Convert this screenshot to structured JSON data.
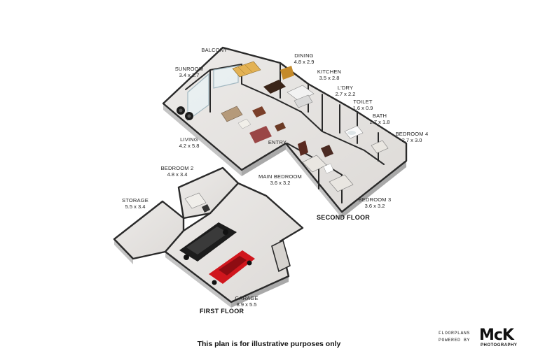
{
  "rooms": {
    "balcony": {
      "name": "BALCONY",
      "dims": ""
    },
    "sunroom": {
      "name": "SUNROOM",
      "dims": "3.4 x 2.7"
    },
    "dining": {
      "name": "DINING",
      "dims": "4.8 x 2.9"
    },
    "kitchen": {
      "name": "KITCHEN",
      "dims": "3.5 x 2.8"
    },
    "laundry": {
      "name": "L'DRY",
      "dims": "2.7 x 2.2"
    },
    "toilet": {
      "name": "TOILET",
      "dims": "1.6 x 0.9"
    },
    "bath": {
      "name": "BATH",
      "dims": "2.7 x 1.8"
    },
    "bedroom4": {
      "name": "BEDROOM 4",
      "dims": "2.7 x 3.0"
    },
    "living": {
      "name": "LIVING",
      "dims": "4.2 x 5.8"
    },
    "entry": {
      "name": "ENTRY",
      "dims": ""
    },
    "main_bedroom": {
      "name": "MAIN BEDROOM",
      "dims": "3.6 x 3.2"
    },
    "bedroom3": {
      "name": "BEDROOM 3",
      "dims": "3.6 x 3.2"
    },
    "bedroom2": {
      "name": "BEDROOM 2",
      "dims": "4.8 x 3.4"
    },
    "storage": {
      "name": "STORAGE",
      "dims": "5.5 x 3.4"
    },
    "garage": {
      "name": "GARAGE",
      "dims": "8.9 x 5.5"
    }
  },
  "floors": {
    "second": "SECOND FLOOR",
    "first": "FIRST FLOOR"
  },
  "disclaimer": "This plan is for illustrative purposes only",
  "brand": {
    "line1": "FLOORPLANS",
    "line2": "POWERED BY",
    "logo": "McK",
    "sub": "PHOTOGRAPHY"
  },
  "colors": {
    "wall": "#2a2a2a",
    "wall_side": "#bfbfbf",
    "floor": "#e6e4e2",
    "carpet": "#dcd9d5",
    "car_black": "#1c1c1c",
    "car_red": "#d0161d"
  }
}
